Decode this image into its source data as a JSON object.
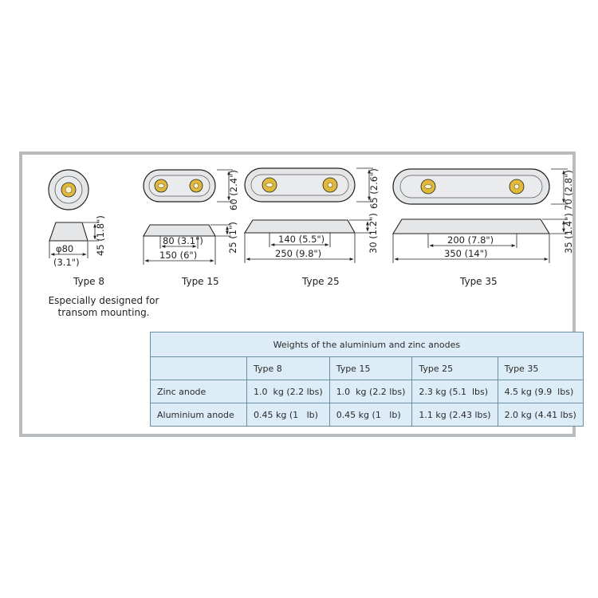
{
  "types": [
    {
      "label": "Type 8",
      "diameter": "φ80",
      "diameter_in": "(3.1\")",
      "height": "45 (1.8\")"
    },
    {
      "label": "Type 15",
      "inner_len": "80 (3.1\")",
      "outer_len": "150 (6\")",
      "width": "60 (2.4\")",
      "height": "25 (1\")"
    },
    {
      "label": "Type 25",
      "inner_len": "140 (5.5\")",
      "outer_len": "250 (9.8\")",
      "width": "65 (2.6\")",
      "height": "30 (1.2\")"
    },
    {
      "label": "Type 35",
      "inner_len": "200 (7.8\")",
      "outer_len": "350 (14\")",
      "width": "70 (2.8\")",
      "height": "35 (1.4\")"
    }
  ],
  "note": "Especially designed for transom mounting.",
  "table": {
    "caption": "Weights of the aluminium and zinc anodes",
    "columns": [
      "Type 8",
      "Type 15",
      "Type 25",
      "Type 35"
    ],
    "rows": [
      {
        "label": "Zinc anode",
        "values": [
          "1.0  kg (2.2 lbs)",
          "1.0  kg (2.2 lbs)",
          "2.3 kg (5.1  lbs)",
          "4.5 kg (9.9  lbs)"
        ]
      },
      {
        "label": "Aluminium anode",
        "values": [
          "0.45 kg (1   lb)",
          "0.45 kg (1   lb)",
          "1.1 kg (2.43 lbs)",
          "2.0 kg (4.41 lbs)"
        ]
      }
    ]
  },
  "colors": {
    "frame": "#b9bcbe",
    "anode": "#e4e6e8",
    "insert": "#e0b83a",
    "table_bg": "#dcedf7",
    "table_border": "#6e8ea3"
  }
}
